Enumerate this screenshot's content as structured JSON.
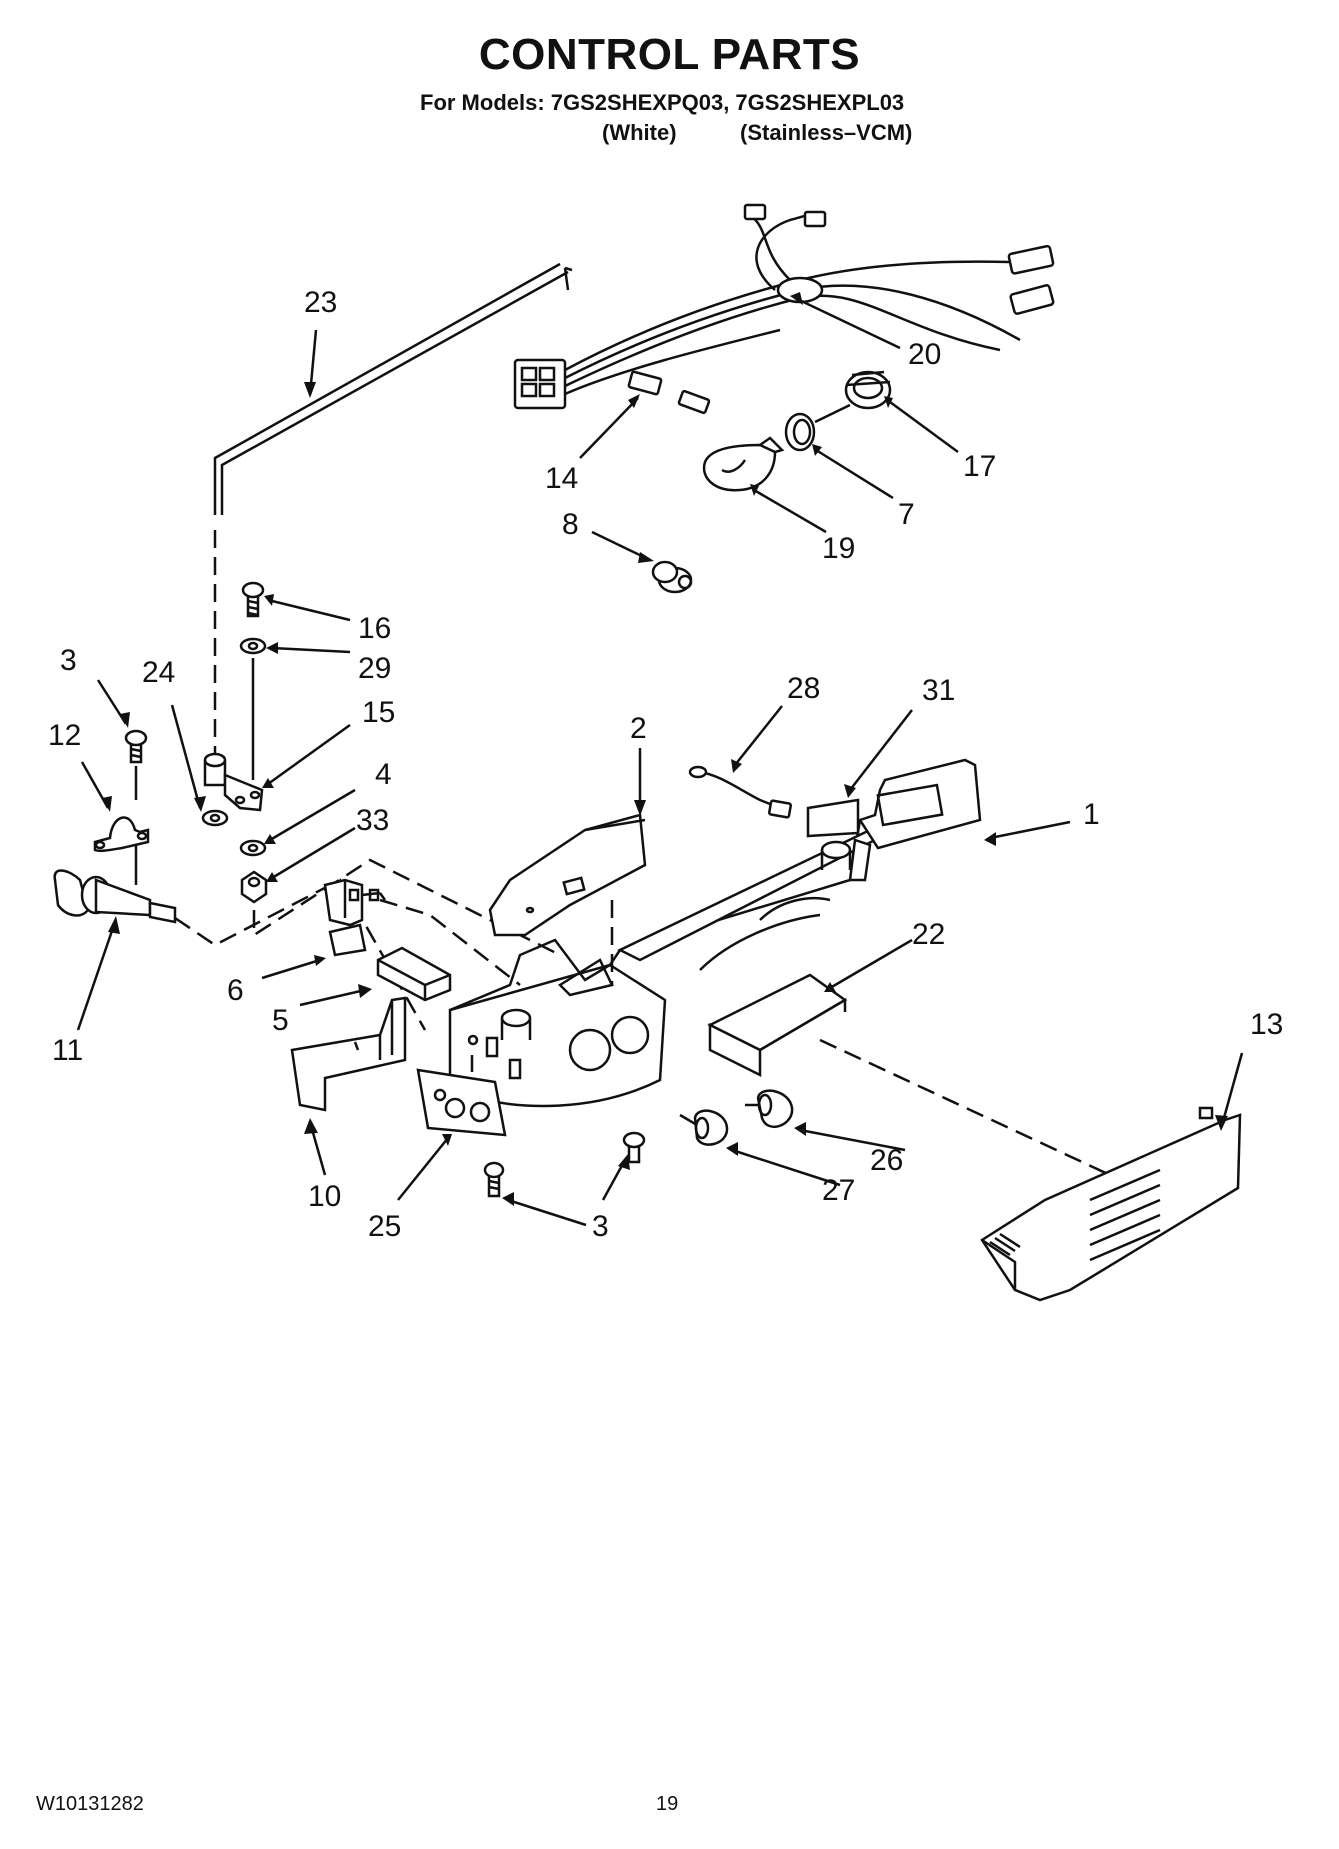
{
  "header": {
    "title": "CONTROL PARTS",
    "models_line": "For Models: 7GS2SHEXPQ03, 7GS2SHEXPL03",
    "variant_white": "(White)",
    "variant_stainless": "(Stainless–VCM)"
  },
  "callouts": [
    "23",
    "20",
    "14",
    "17",
    "7",
    "19",
    "8",
    "16",
    "29",
    "3",
    "24",
    "15",
    "12",
    "4",
    "33",
    "28",
    "31",
    "2",
    "1",
    "6",
    "11",
    "5",
    "22",
    "13",
    "10",
    "25",
    "3",
    "26",
    "27"
  ],
  "footer": {
    "document_number": "W10131282",
    "page_number": "19"
  }
}
